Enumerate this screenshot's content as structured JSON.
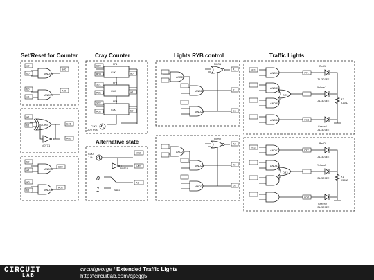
{
  "sections": {
    "setreset": "Set/Reset for Counter",
    "cray": "Cray Counter",
    "lights": "Lights RYB control",
    "traffic": "Traffic Lights",
    "alt": "Alternative state"
  },
  "setreset": {
    "and14": "AND14",
    "and17": "AND17",
    "xor3": "XOR3",
    "not11": "NOT11",
    "and16": "AND16",
    "and18": "AND18",
    "in_a1": "a0",
    "in_b1": "b0",
    "out_set": "Sd0",
    "in_a2": "b0",
    "in_b2": "a1",
    "out_rst": "Rd0",
    "x_in1": "a1",
    "x_in2": "b1",
    "x_out": "Sd1",
    "n_out": "Rd1",
    "in_c1": "b0",
    "in_c2": "a1",
    "out_c1": "Sd2",
    "in_c3": "a0",
    "in_c4": "b1",
    "out_c2": "Rd2"
  },
  "cray": {
    "ff1": "FF1",
    "ff2": "FF2",
    "ff3": "FF3",
    "s0": "Sd0",
    "r0": "Rd0",
    "s1": "Sd1",
    "r1": "Rd1",
    "s2": "Sd2",
    "r2": "Rd2",
    "clk": "CLK",
    "q0": "a0",
    "q1": "a1",
    "q2": "b0",
    "clk1": "CLK1",
    "clk1f": "200 mHz"
  },
  "alt": {
    "clk2": "CLK2",
    "clk2f": "1 Hz",
    "not12": "NOT12",
    "sw1": "SW1",
    "out1": "nA2",
    "out2": "A0",
    "zero": "0",
    "one": "1",
    "in1": "clk2"
  },
  "lights": {
    "nor1": "NOR1",
    "nor2": "NOR2",
    "and21": "AND21",
    "and22": "AND22",
    "and23": "AND23",
    "and24": "AND24",
    "and29": "AND29",
    "and30": "AND30",
    "r1": "R1",
    "y1": "Y1",
    "g1": "G1",
    "r2": "R2",
    "y2": "Y2",
    "g2": "G2"
  },
  "traffic": {
    "and26": "AND26",
    "and27": "AND27",
    "and32": "AND32",
    "and33": "AND33",
    "and35": "AND35",
    "and36": "AND36",
    "or2": "OR2",
    "or3": "OR3",
    "red1": "Red1",
    "yellow1": "Yellow1",
    "green1": "Green1",
    "red2": "Red2",
    "yellow2": "Yellow2",
    "green2": "Green2",
    "ltl": "LTL-307EE",
    "res2": "R2",
    "res1": "R1",
    "ohm": "220 Ω",
    "nr1": "nR1",
    "nr2": "nR2",
    "ny1": "nY1",
    "ny2": "nY2",
    "ng1": "nG1",
    "ng2": "nG2"
  },
  "footer": {
    "logo_top": "CIRCUIT",
    "logo_bottom": "LAB",
    "author": "circuitgeorge",
    "separator": "/",
    "circuit_title": "Extended Traffic Lights",
    "url": "http://circuitlab.com/cjtcgg5"
  }
}
